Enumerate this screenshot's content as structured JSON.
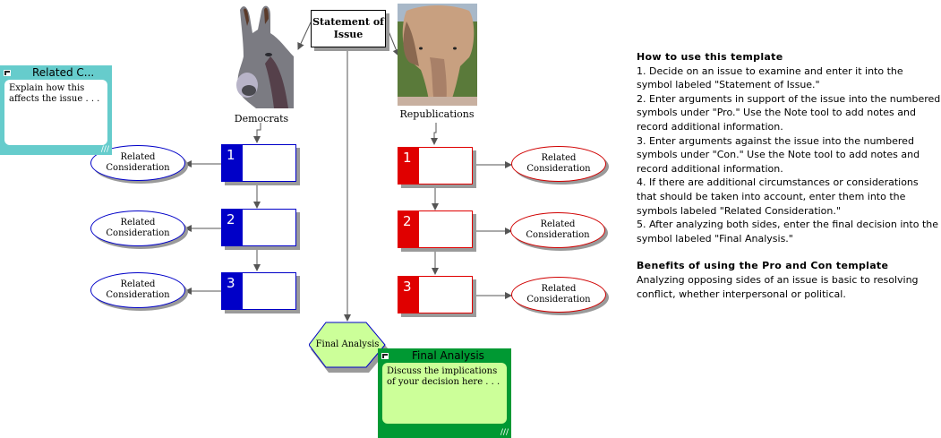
{
  "diagram": {
    "statement": "Statement of Issue",
    "democrats_label": "Democrats",
    "republicans_label": "Republications",
    "democrat_image": "donkey-photo",
    "republican_image": "elephant-photo",
    "pro": [
      {
        "number": "1",
        "consideration": "Related Consideration"
      },
      {
        "number": "2",
        "consideration": "Related Consideration"
      },
      {
        "number": "3",
        "consideration": "Related Consideration"
      }
    ],
    "con": [
      {
        "number": "1",
        "consideration": "Related Consideration"
      },
      {
        "number": "2",
        "consideration": "Related Consideration"
      },
      {
        "number": "3",
        "consideration": "Related Consideration"
      }
    ],
    "final_analysis": "Final Analysis",
    "colors": {
      "pro": "#0000c8",
      "con": "#e00000",
      "final_fill": "#ccff99",
      "note_related": "#66cccc",
      "note_final": "#009933"
    }
  },
  "notes": {
    "related": {
      "title": "Related C...",
      "body": "Explain how this affects the issue . . ."
    },
    "final": {
      "title": "Final Analysis",
      "body": "Discuss the implications of your decision here . . ."
    }
  },
  "help": {
    "how_title": "How to use this template",
    "steps": [
      "1. Decide on an issue to examine and enter it into the symbol labeled \"Statement of Issue.\"",
      "2. Enter arguments in support of the issue into the numbered symbols under \"Pro.\" Use the Note tool to add notes and record additional information.",
      "3. Enter arguments against the issue into the numbered symbols under \"Con.\" Use the Note tool to add notes and record additional information.",
      "4. If there are additional circumstances or considerations that should be taken into account, enter them into the symbols labeled \"Related Consideration.\"",
      "5. After analyzing both sides, enter the final decision into the symbol labeled \"Final Analysis.\""
    ],
    "benefits_title": "Benefits of using the Pro and Con template",
    "benefits_text": "Analyzing opposing sides of an issue is basic to resolving conflict, whether interpersonal or political."
  }
}
